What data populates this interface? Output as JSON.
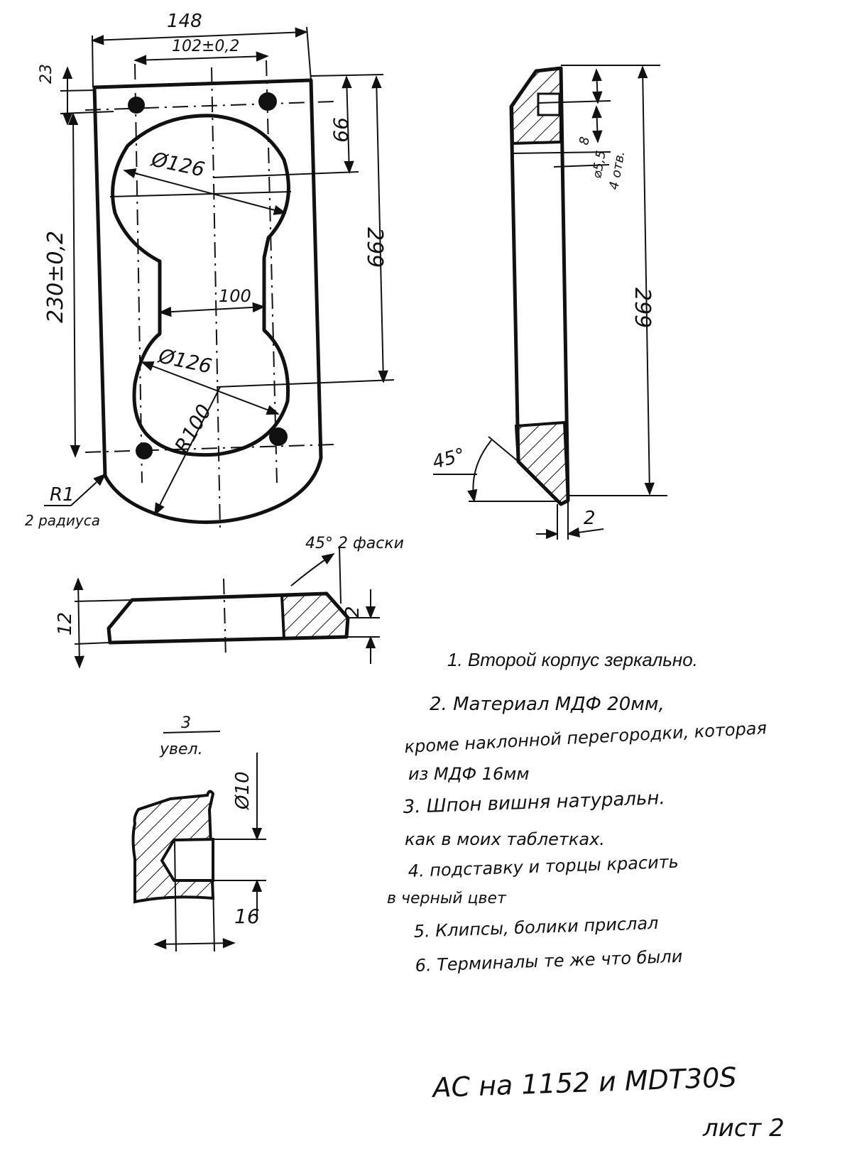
{
  "dims": {
    "width_148": "148",
    "hole_spacing": "102±0,2",
    "top_23": "23",
    "height_99": "99",
    "big_dia_top": "Ø126",
    "len_230": "230±0,2",
    "len_299_front": "299",
    "neck_100": "100",
    "big_dia_bottom": "Ø126",
    "radius_100": "R100",
    "r1": "R1",
    "r1_note": "2 радиуса",
    "side_299": "299",
    "hole_8": "8",
    "hole_55": "⌀5,5",
    "holes_count": "4 отв.",
    "angle_45_side": "45°",
    "side_2": "2",
    "chamfer_note": "45° 2 фаски",
    "thick_12": "12",
    "thick_2": "2",
    "scale_num": "3",
    "scale_den": "увел.",
    "dia_10": "Ø10",
    "depth_16": "16"
  },
  "notes": {
    "n1": "1. Второй корпус зеркально.",
    "n2": "2. Материал МДФ 20мм,",
    "n2b": "кроме наклонной перегородки, которая",
    "n2c": "из МДФ 16мм",
    "n3": "3. Шпон вишня натуральн.",
    "n3b": "как в моих таблетках.",
    "n4": "4. подставку и торцы красить",
    "n4b": "в черный цвет",
    "n5": "5. Клипсы, болики прислал",
    "n6": "6. Терминалы те же что были"
  },
  "footer": {
    "title": "АС на 1152 и MDT30S",
    "sheet": "лист 2"
  }
}
